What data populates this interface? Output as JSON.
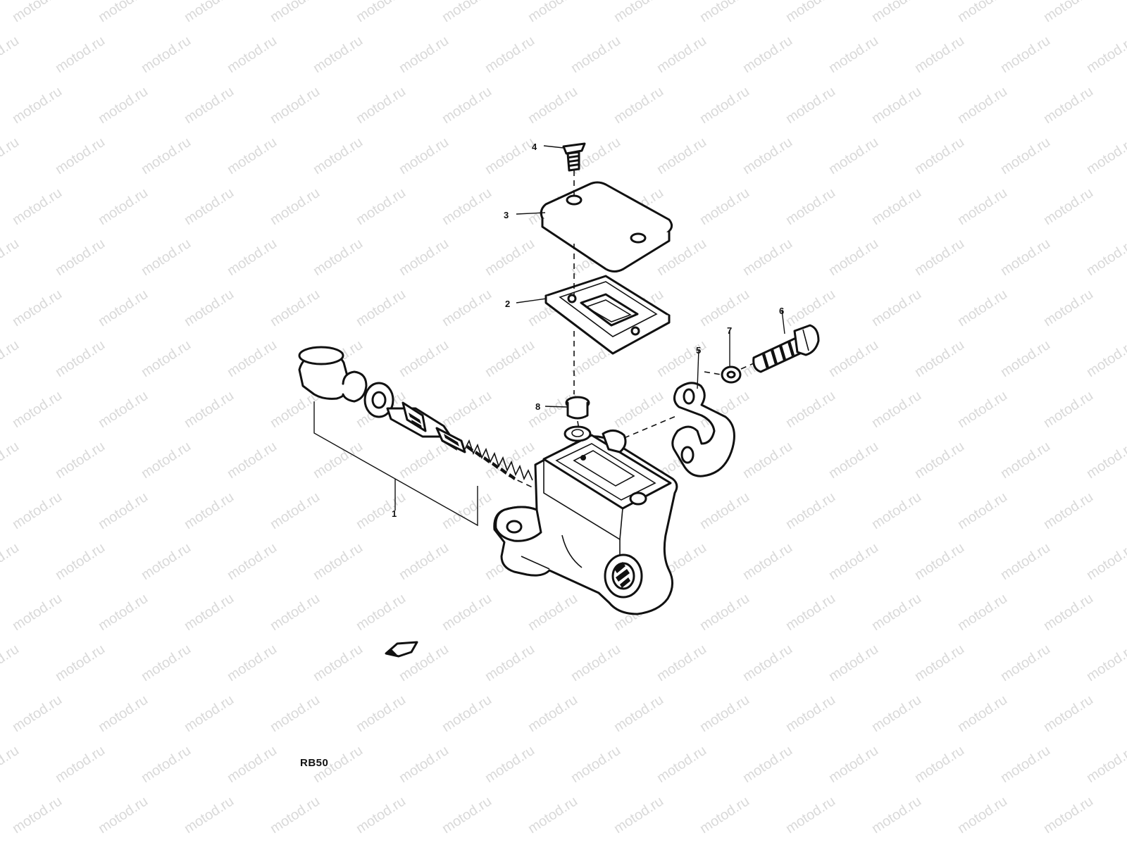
{
  "watermark": {
    "text": "motod.ru"
  },
  "model_code": "RB50",
  "callouts": {
    "c1": "1",
    "c2": "2",
    "c3": "3",
    "c4": "4",
    "c5": "5",
    "c6": "6",
    "c7": "7",
    "c8": "8"
  }
}
